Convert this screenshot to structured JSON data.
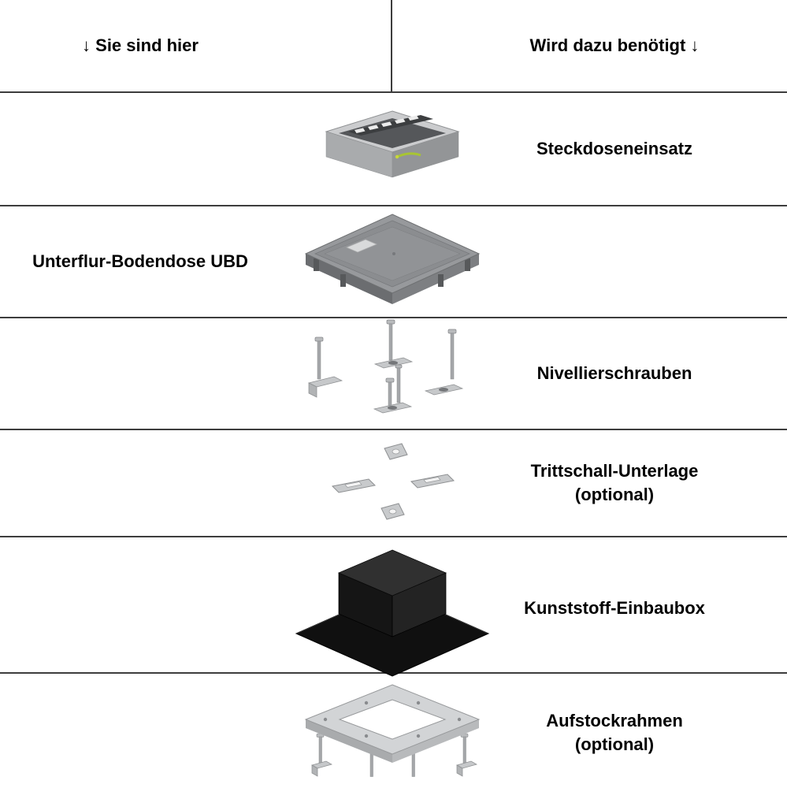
{
  "header": {
    "left": "↓ Sie sind hier",
    "right": "Wird dazu benötigt ↓"
  },
  "rows": [
    {
      "left_label": "",
      "right_label": "Steckdoseneinsatz",
      "image": "socket-insert-illustration"
    },
    {
      "left_label": "Unterflur-Bodendose UBD",
      "right_label": "",
      "image": "underfloor-box-illustration"
    },
    {
      "left_label": "",
      "right_label": "Nivellierschrauben",
      "image": "leveling-screws-illustration"
    },
    {
      "left_label": "",
      "right_label": "Trittschall-Unterlage\n(optional)",
      "image": "impact-sound-pads-illustration"
    },
    {
      "left_label": "",
      "right_label": "Kunststoff-Einbaubox",
      "image": "plastic-mounting-box-illustration"
    },
    {
      "left_label": "",
      "right_label": "Aufstockrahmen\n(optional)",
      "image": "stacking-frame-illustration"
    }
  ],
  "colors": {
    "line": "#3d3d3d",
    "text": "#000000",
    "metal_light": "#cbccce",
    "metal_mid": "#a9abad",
    "metal_dark": "#55575a",
    "plastic_black": "#151515",
    "wire_green": "#a8c532"
  }
}
